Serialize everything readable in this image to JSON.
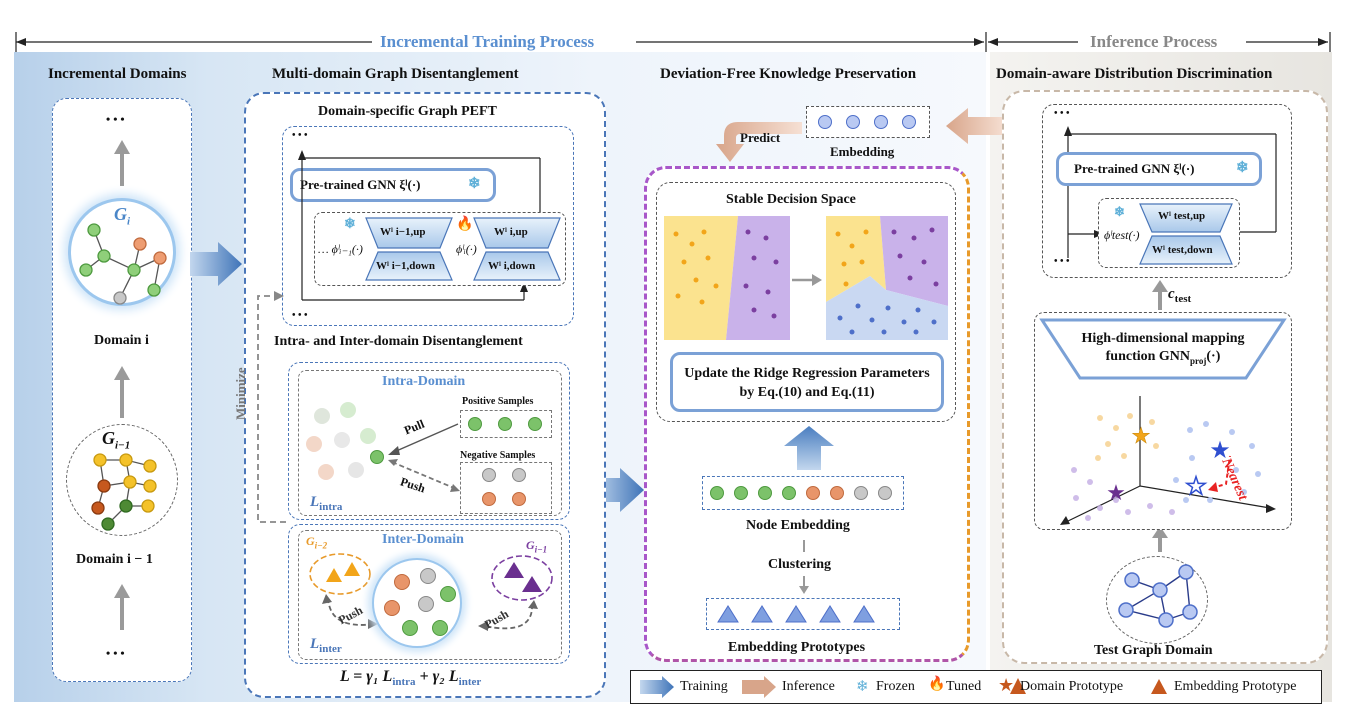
{
  "headers": {
    "training": "Incremental Training Process",
    "inference": "Inference Process"
  },
  "columns": {
    "c1": "Incremental Domains",
    "c2": "Multi-domain Graph Disentanglement",
    "c3": "Deviation-Free Knowledge Preservation",
    "c4": "Domain-aware Distribution Discrimination"
  },
  "domains": {
    "dots_top": "• • •",
    "gi": "G",
    "gi_sub": "i",
    "domain_i_label": "Domain i",
    "gi1": "G",
    "gi1_sub": "i−1",
    "domain_i1_label": "Domain i − 1",
    "dots_bottom": "• • •"
  },
  "peft": {
    "title": "Domain-specific Graph PEFT",
    "dots": "• • •",
    "gnn": "Pre-trained GNN ξˡ(·)",
    "phi_prev": "… ϕˡᵢ₋₁(·)",
    "phi_cur": "ϕˡᵢ(·)",
    "w_prev_up": "Wˡ i−1,up",
    "w_prev_down": "Wˡ i−1,down",
    "w_cur_up": "Wˡ i,up",
    "w_cur_down": "Wˡ i,down"
  },
  "disent": {
    "title": "Intra- and Inter-domain Disentanglement",
    "minimize": "Minimize",
    "intra_title": "Intra-Domain",
    "pull": "Pull",
    "push": "Push",
    "positive": "Positive Samples",
    "negative": "Negative Samples",
    "l_intra": "L",
    "l_intra_sub": "intra",
    "inter_title": "Inter-Domain",
    "g_i2": "G",
    "g_i2_sub": "i−2",
    "g_i1": "G",
    "g_i1_sub": "i−1",
    "push_left": "Push",
    "push_right": "Push",
    "l_inter": "L",
    "l_inter_sub": "inter",
    "formula": "L = γ₁ L",
    "formula_intra": "intra",
    "formula_mid": " + γ₂ L",
    "formula_inter": "inter"
  },
  "preserve": {
    "predict": "Predict",
    "embedding": "Embedding",
    "stable": "Stable Decision Space",
    "update": "Update the Ridge Regression Parameters by Eq.(10) and Eq.(11)",
    "node_embedding": "Node Embedding",
    "clustering": "Clustering",
    "prototypes": "Embedding Prototypes"
  },
  "inference": {
    "dots": "• • •",
    "gnn": "Pre-trained GNN ξˡ(·)",
    "phi_test": "ϕˡtest(·)",
    "w_up": "Wˡ test,up",
    "w_down": "Wˡ test,down",
    "c_test": "c",
    "c_test_sub": "test",
    "mapping": "High-dimensional mapping function GNN",
    "mapping_sub": "proj",
    "mapping_tail": "(·)",
    "nearest": "Nearest",
    "test_domain": "Test Graph Domain"
  },
  "legend": {
    "training": "Training",
    "inference": "Inference",
    "frozen": "Frozen",
    "tuned": "Tuned",
    "domain_proto": "Domain Prototype",
    "embed_proto": "Embedding Prototype"
  },
  "colors": {
    "accent_blue": "#4a76b8",
    "purple": "#7b3fa0",
    "orange": "#e89a2a",
    "region_yellow": "#fbe38f",
    "region_purple": "#c9b2ea",
    "region_blue": "#c9d8f2"
  }
}
